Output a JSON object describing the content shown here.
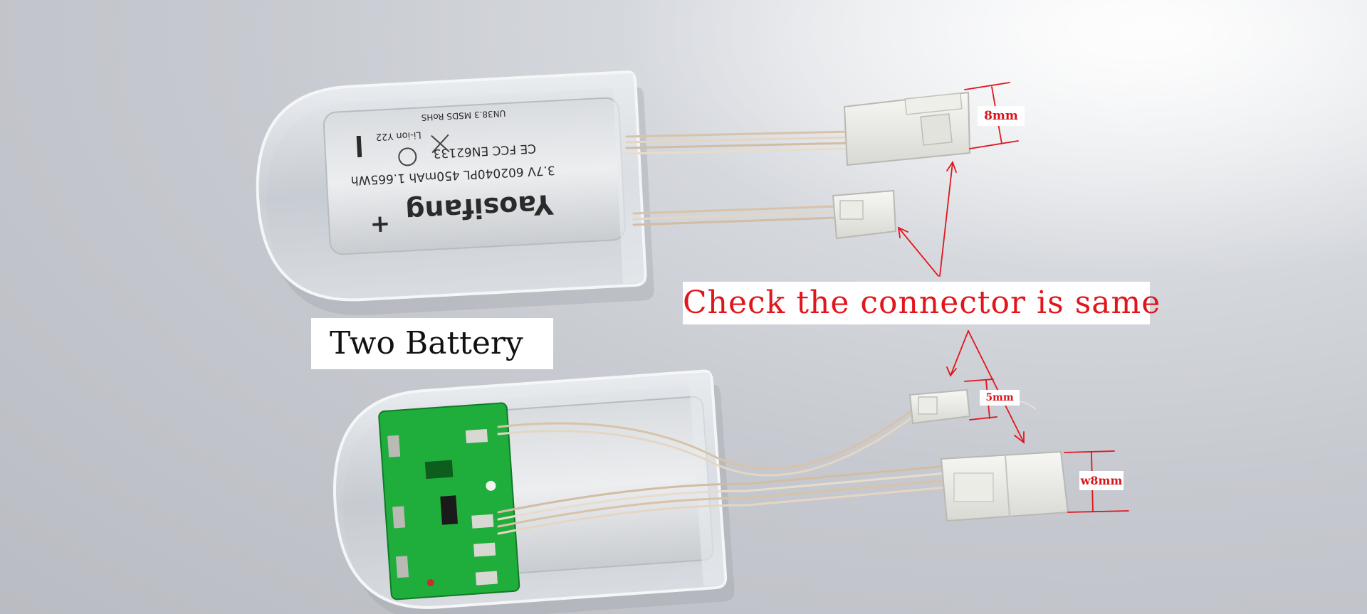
{
  "labels": {
    "two_battery": "Two Battery",
    "check_connector": "Check the connector is same",
    "dim_top_connector": "8mm",
    "dim_small_connector": "5mm",
    "dim_bottom_connector": "w8mm"
  },
  "battery_print": {
    "brand": "Yaosifang",
    "spec_line": "3.7V 602040PL 450mAh 1.665Wh",
    "cert_line": "CE FCC EN62133",
    "chem_line": "Li-ion Y22",
    "rohs_line": "UN38.3 MSDS RoHS",
    "plus_sign": "+"
  },
  "colors": {
    "annotation_red": "#e0161c",
    "pcb_green": "#1fae3c",
    "background_gray": "#c6c9cf"
  }
}
